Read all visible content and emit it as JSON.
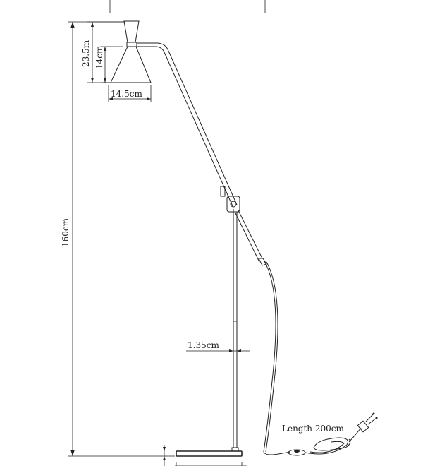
{
  "dimensions": {
    "total_height": "160cm",
    "shade_height": "23.5m",
    "shade_cone_height": "14cm",
    "shade_diameter": "14.5cm",
    "pole_diameter": "1.35cm"
  },
  "cable": {
    "length_label": "Length 200cm"
  }
}
